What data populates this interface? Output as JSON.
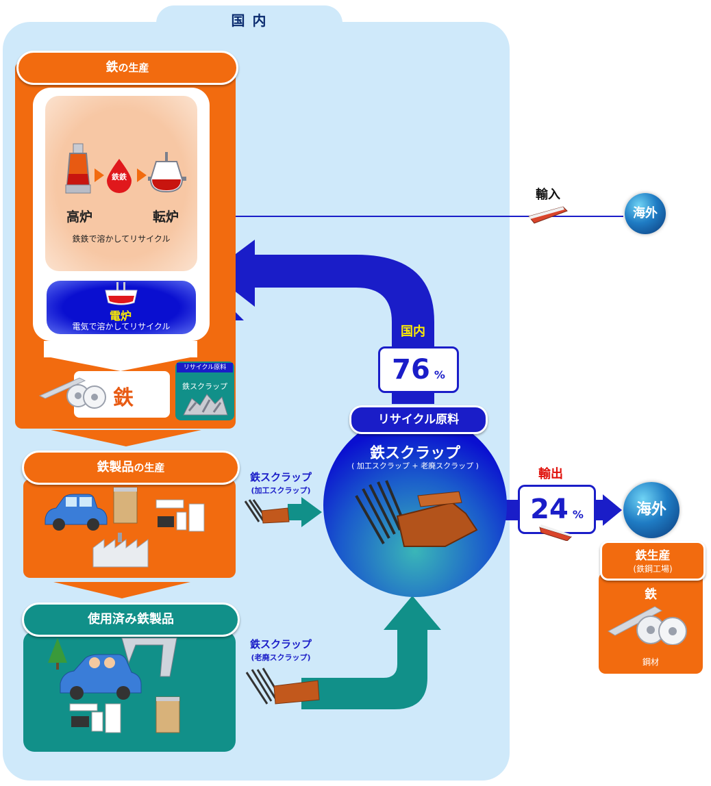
{
  "domestic": {
    "title": "国 内"
  },
  "production": {
    "title_main": "鉄",
    "title_suffix": "の生産",
    "blast_furnace": "高炉",
    "converter": "転炉",
    "pig_iron": "鉄鉄",
    "bof_caption": "鉄鉄で溶かしてリサイクル",
    "eaf": "電炉",
    "eaf_caption": "電気で溶かしてリサイクル",
    "iron": "鉄",
    "recycle_tag": "リサイクル原料",
    "scrap_label": "鉄スクラップ"
  },
  "products": {
    "title_main": "鉄製品",
    "title_suffix": "の生産"
  },
  "used": {
    "title": "使用済み鉄製品"
  },
  "flows": {
    "processing_scrap": "鉄スクラップ",
    "processing_scrap_sub": "(加工スクラップ)",
    "obsolete_scrap": "鉄スクラップ",
    "obsolete_scrap_sub": "(老廃スクラップ)"
  },
  "domestic_share": {
    "label": "国内",
    "value": "76",
    "unit": "%"
  },
  "scrap_pool": {
    "tag": "リサイクル原料",
    "title": "鉄スクラップ",
    "subtitle": "( 加工スクラップ + 老廃スクラップ )"
  },
  "import": {
    "label": "輸入",
    "globe": "海外"
  },
  "export": {
    "label": "輸出",
    "value": "24",
    "unit": "%",
    "globe": "海外"
  },
  "overseas": {
    "title": "鉄生産",
    "subtitle": "(鉄鋼工場)",
    "iron": "鉄",
    "caption": "鋼材"
  },
  "colors": {
    "orange": "#f26b0f",
    "teal": "#119089",
    "blue": "#1a1dc8",
    "sky": "#cfe9fa",
    "export_red": "#e0100a",
    "domestic_yellow": "#ffee00"
  }
}
